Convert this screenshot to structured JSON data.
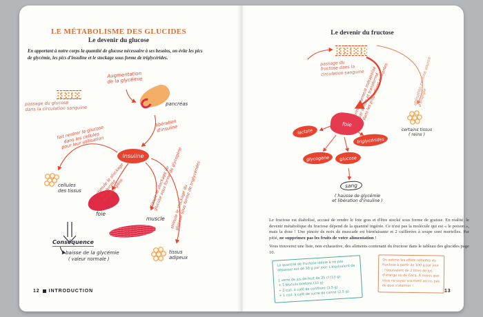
{
  "colors": {
    "accent_orange": "#d96e35",
    "ink": "#2e2e38",
    "red": "#e8432f",
    "light_orange": "#f0a24f",
    "crimson": "#de2b46",
    "teal": "#49a79d",
    "box_orange": "#dd8a63"
  },
  "left_page": {
    "title": "LE MÉTABOLISME DES GLUCIDES",
    "subtitle": "Le devenir du glucose",
    "intro": "En apportant à notre corps la quantité de glucose nécessaire à ses besoins, on évite les pics de glycémie, les pics d'insuline et le stockage sous forme de triglycérides.",
    "diagram": {
      "vessel_caption": "passage du glucose\ndans la circulation sanguine",
      "glycemia_rise": "Augmentation\nde la glycémie",
      "pancreas_label": "pancréas",
      "insulin_release": "libération\nd'insuline",
      "insulin": "insuline",
      "enter_cells": "fait rentrer le glucose\ndans les cellules\npour leur utilisation",
      "cells_label": "cellules\ndes tissus",
      "liver_label": "foie",
      "store_liver": "stimule le stockage\ndu glucose\nen glycogène",
      "muscle_label": "muscle",
      "store_muscle": "stimule le stockage du\nglucose sous forme de glycogène",
      "adipose_label": "tissus\nadipeux",
      "store_adipose": "stimule le stockage du\nglucose sous forme de triglycérides",
      "consequence_title": "Conséquence",
      "consequence_text": "baisse de la glycémie",
      "consequence_note": "( valeur normale )"
    },
    "footer": {
      "page_number": "12",
      "section": "INTRODUCTION"
    }
  },
  "right_page": {
    "title": "Le devenir du fructose",
    "diagram": {
      "vessel_caption": "passage du\nfructose dans la\ncirculation sanguine",
      "main_route": "principalement métabolisé\npar le foie et transformé\ndans les proportions suivantes",
      "energy_route": "utilisation comme source d'énergie",
      "liver_label": "foie",
      "lactate": "lactate",
      "triglycerides": "triglycérides",
      "glycogen": "glycogène",
      "glucose": "glucose",
      "tissues_label": "certains tissus\n( reins )",
      "blood": "sang",
      "blood_note": "( hausse de glycémie\net libération d'insuline )"
    },
    "paragraph1_start": "Le fructose est diabolisé, accusé de rendre le foie gras et d'être stocké sous forme de graisse. En réalité, le devenir métabolique du fructose dépend de la quantité ingérée. Ce n'est pas la molécule qui est « le poison », mais la dose ! Une pincée de noix de muscade est bienfaisante et 2 cuillerées à soupe sont mortelles. Par pitié, ",
    "paragraph1_bold": "ne supprimez pas les fruits de votre alimentation",
    "paragraph1_end": " !",
    "paragraph2": "Vous trouverez une liste, non exhaustive, des aliments contenant du fructose dans le tableau des glucides page 10.",
    "tip_box": "La quantité de fructose idéale à ne pas dépasser est de 30 g par jour. L'équivalent de :\n1 verre de jus de fruit de 25 cl (13 g)\n+ 5 biscuits bretons (10 g)\n+ 2 cuil. à café de confiture (3,5 g)\n+ 1 cuil. à café de sucre de canne (2,5 g).",
    "warning_box": "On estime les effets néfastes du fructose à partir de 100 g par jour : l'équivalent de 2 litres de jus d'orange ou de Coca. À moins que vous ne soyez vraiment accro, pas de quoi s'alarmer !",
    "footer": {
      "page_number": "13"
    }
  }
}
